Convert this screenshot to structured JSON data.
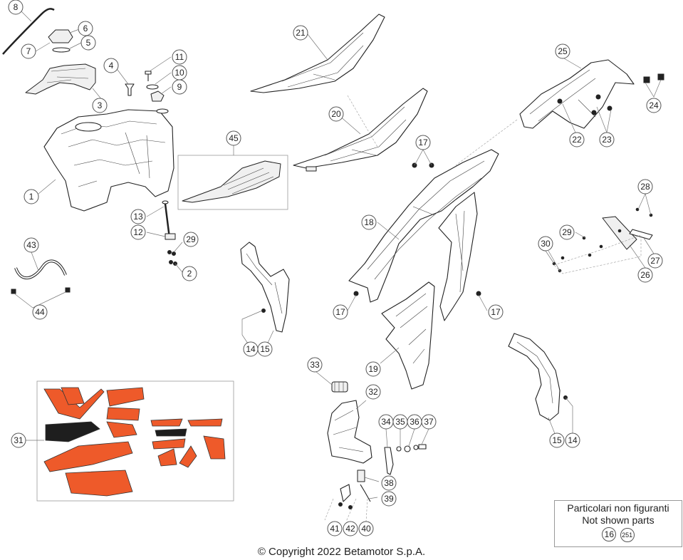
{
  "callouts": {
    "c1": "1",
    "c2": "2",
    "c3": "3",
    "c4": "4",
    "c5": "5",
    "c6": "6",
    "c7": "7",
    "c8": "8",
    "c9": "9",
    "c10": "10",
    "c11": "11",
    "c12": "12",
    "c13": "13",
    "c14a": "14",
    "c14b": "14",
    "c15a": "15",
    "c15b": "15",
    "c17a": "17",
    "c17b": "17",
    "c17c": "17",
    "c18": "18",
    "c19": "19",
    "c20": "20",
    "c21": "21",
    "c22": "22",
    "c23": "23",
    "c24": "24",
    "c25": "25",
    "c26": "26",
    "c27": "27",
    "c28": "28",
    "c29a": "29",
    "c29b": "29",
    "c30": "30",
    "c31": "31",
    "c32": "32",
    "c33": "33",
    "c34": "34",
    "c35": "35",
    "c36": "36",
    "c37": "37",
    "c38": "38",
    "c39": "39",
    "c40": "40",
    "c41": "41",
    "c42": "42",
    "c43": "43",
    "c44": "44",
    "c45": "45"
  },
  "note": {
    "line1": "Particolari non figuranti",
    "line2": "Not shown parts",
    "part_a": "16",
    "part_b": "251"
  },
  "copyright": "© Copyright 2022 Betamotor S.p.A.",
  "colors": {
    "decal_orange": "#ee5a2a",
    "decal_black": "#1e1e1e",
    "line": "#222222"
  }
}
